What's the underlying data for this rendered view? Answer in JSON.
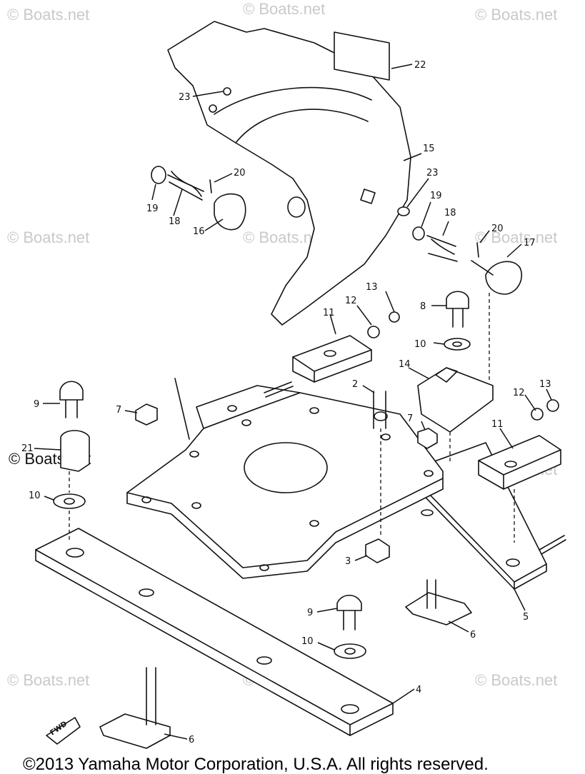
{
  "watermark": "© Boats.net",
  "copyright": "©2013 Yamaha Motor Corporation, U.S.A. All rights reserved.",
  "fwd_label": "FWD",
  "callouts": [
    "22",
    "23",
    "15",
    "20",
    "19",
    "18",
    "16",
    "23",
    "19",
    "18",
    "20",
    "17",
    "13",
    "12",
    "8",
    "11",
    "10",
    "14",
    "2",
    "9",
    "7",
    "12",
    "13",
    "11",
    "7",
    "21",
    "10",
    "3",
    "5",
    "9",
    "6",
    "10",
    "4",
    "6"
  ]
}
